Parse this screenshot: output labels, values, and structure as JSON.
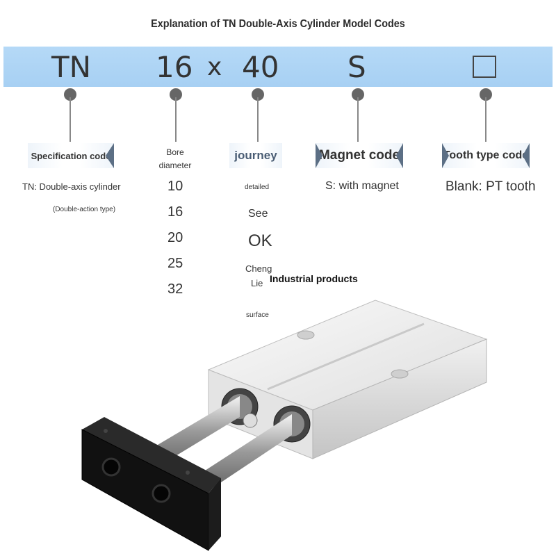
{
  "title": "Explanation of TN Double-Axis Cylinder Model Codes",
  "model_code": {
    "series": "TN",
    "bore": "16",
    "separator": "x",
    "stroke": "40",
    "magnet": "S"
  },
  "labels": {
    "spec": "Specification code",
    "bore_line1": "Bore",
    "bore_line2": "diameter",
    "journey": "journey",
    "magnet": "Magnet code",
    "tooth": "Tooth type code"
  },
  "spec_desc": {
    "main": "TN: Double-axis cylinder",
    "sub": "(Double-action type)"
  },
  "bore_values": [
    "10",
    "16",
    "20",
    "25",
    "32"
  ],
  "journey_desc": {
    "w1": "detailed",
    "w2": "See",
    "w3": "OK",
    "w4": "Cheng",
    "w5": "Lie",
    "w6": "surface"
  },
  "overlay_text": "Industrial products",
  "magnet_desc": "S: with magnet",
  "tooth_desc": "Blank: PT tooth",
  "colors": {
    "band": "#a7d0f3",
    "dot": "#666666",
    "tag_dark": "#5c6f85"
  }
}
